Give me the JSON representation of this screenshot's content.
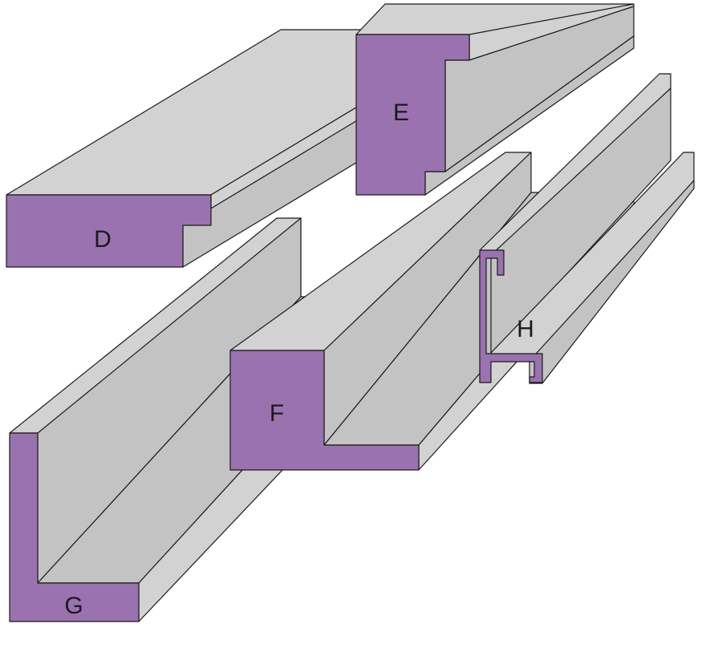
{
  "colors": {
    "face": "#d2d2d2",
    "face_dark": "#c3c3c3",
    "profile": "#9b72b0",
    "outline": "#1a1a1a"
  },
  "profiles": [
    {
      "id": "D",
      "label": "D",
      "shape": "stepped rectangular moulding"
    },
    {
      "id": "E",
      "label": "E",
      "shape": "rebated box moulding"
    },
    {
      "id": "F",
      "label": "F",
      "shape": "L-shaped moulding"
    },
    {
      "id": "G",
      "label": "G",
      "shape": "angle moulding"
    },
    {
      "id": "H",
      "label": "H",
      "shape": "thin metal channel profile"
    }
  ]
}
